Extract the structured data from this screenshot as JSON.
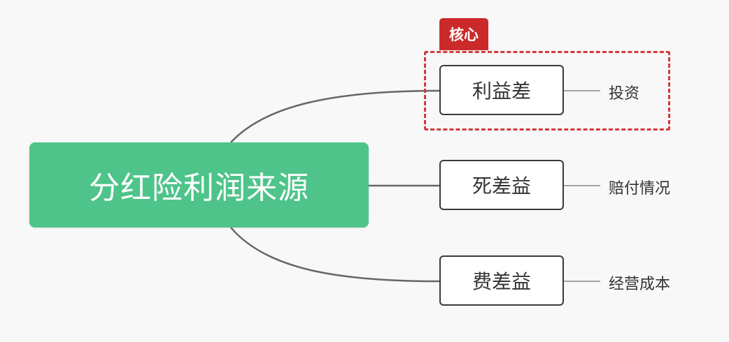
{
  "diagram": {
    "type": "mind-map",
    "root": {
      "label": "分红险利润来源",
      "color": "#4ec48a"
    },
    "branches": [
      {
        "label": "利益差",
        "leaf": "投资",
        "highlighted": true
      },
      {
        "label": "死差益",
        "leaf": "赔付情况",
        "highlighted": false
      },
      {
        "label": "费差益",
        "leaf": "经营成本",
        "highlighted": false
      }
    ],
    "highlight": {
      "tag": "核心",
      "color": "#cc2a2a",
      "border_color": "#d23a3a"
    },
    "connector_color": "#666666"
  }
}
